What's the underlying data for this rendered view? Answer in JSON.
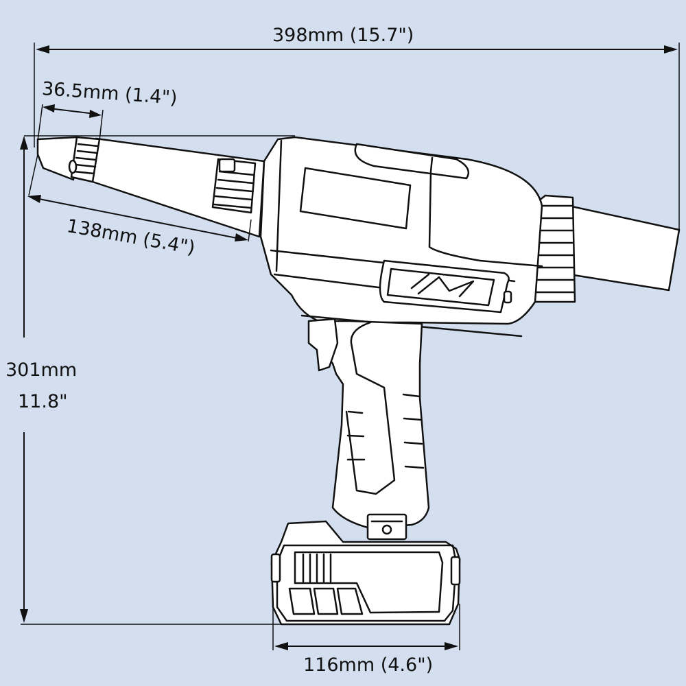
{
  "background_color": "#d3deef",
  "line_color": "#111111",
  "dimensions": {
    "overall_length": "398mm (15.7\")",
    "nose_length": "36.5mm (1.4\")",
    "nose_assembly_length": "138mm (5.4\")",
    "height_mm": "301mm",
    "height_in": "11.8\"",
    "battery_width": "116mm (4.6\")"
  },
  "drawing": {
    "subject": "cordless-rivet-tool",
    "parts": [
      "nose-piece",
      "nose-housing",
      "motor-housing",
      "end-cap",
      "rear-collector-tube",
      "grip-handle",
      "trigger",
      "battery-pack",
      "battery-release-button",
      "brand-logo"
    ]
  }
}
